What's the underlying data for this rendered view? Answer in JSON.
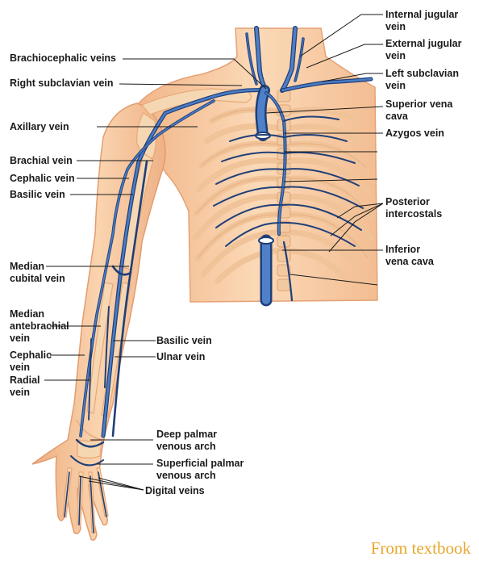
{
  "labels": {
    "internal_jugular": "Internal jugular\nvein",
    "external_jugular": "External jugular\nvein",
    "left_subclavian": "Left subclavian\nvein",
    "superior_vena_cava": "Superior vena\ncava",
    "azygos": "Azygos vein",
    "posterior_intercostals": "Posterior\nintercostals",
    "inferior_vena_cava": "Inferior\nvena cava",
    "brachiocephalic": "Brachiocephalic veins",
    "right_subclavian": "Right subclavian vein",
    "axillary": "Axillary vein",
    "brachial": "Brachial vein",
    "cephalic_upper": "Cephalic vein",
    "basilic_upper": "Basilic vein",
    "median_cubital": "Median\ncubital vein",
    "median_antebrachial": "Median\nantebrachial\nvein",
    "cephalic_lower": "Cephalic\nvein",
    "radial": "Radial\nvein",
    "basilic_lower": "Basilic vein",
    "ulnar": "Ulnar vein",
    "deep_palmar": "Deep palmar\nvenous arch",
    "superficial_palmar": "Superficial palmar\nvenous arch",
    "digital": "Digital veins"
  },
  "watermark": "From textbook",
  "colors": {
    "vein_dark": "#1f3f78",
    "vein_light": "#4a7cc4",
    "skin": "#fbd9b7",
    "bone": "#f0c398",
    "watermark": "#e8a72c"
  }
}
